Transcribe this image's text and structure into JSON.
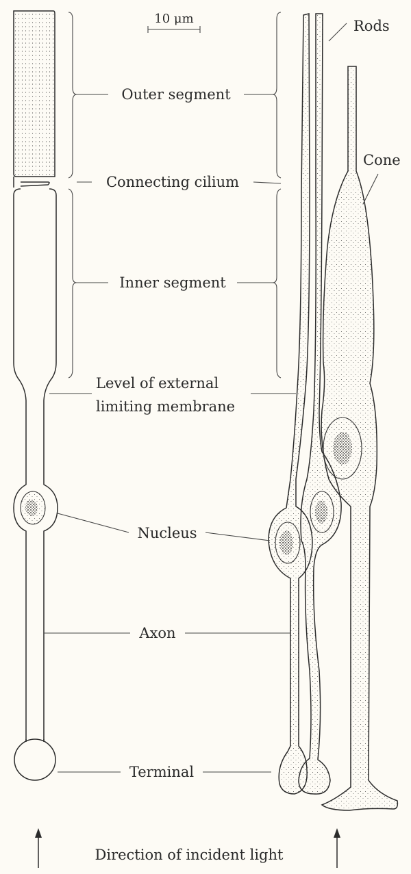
{
  "labels": {
    "scale_bar": "10 μm",
    "rods": "Rods",
    "cone": "Cone",
    "outer_segment": "Outer segment",
    "connecting_cilium": "Connecting cilium",
    "inner_segment": "Inner segment",
    "external_membrane_line1": "Level of external",
    "external_membrane_line2": "limiting membrane",
    "nucleus": "Nucleus",
    "axon": "Axon",
    "terminal": "Terminal",
    "caption": "Direction of incident light"
  },
  "colors": {
    "background": "#fdfbf5",
    "ink": "#2b2b2b"
  }
}
